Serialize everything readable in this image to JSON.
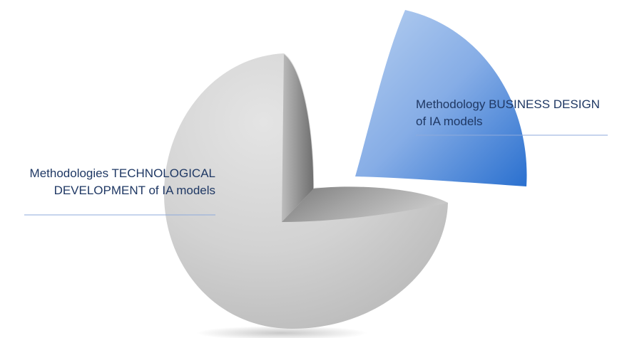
{
  "labels": {
    "technological": {
      "line1": "Methodologies TECHNOLOGICAL",
      "line2": "DEVELOPMENT of IA models"
    },
    "business": {
      "line1": "Methodology BUSINESS DESIGN",
      "line2": "of IA models"
    }
  },
  "colors": {
    "label_text": "#1f3864",
    "underline": "#8eaadb",
    "sphere_light": "#e6e6e6",
    "sphere_dark": "#8a8a8a",
    "wedge_light": "#a9c6ea",
    "wedge_dark": "#2f74cf"
  }
}
